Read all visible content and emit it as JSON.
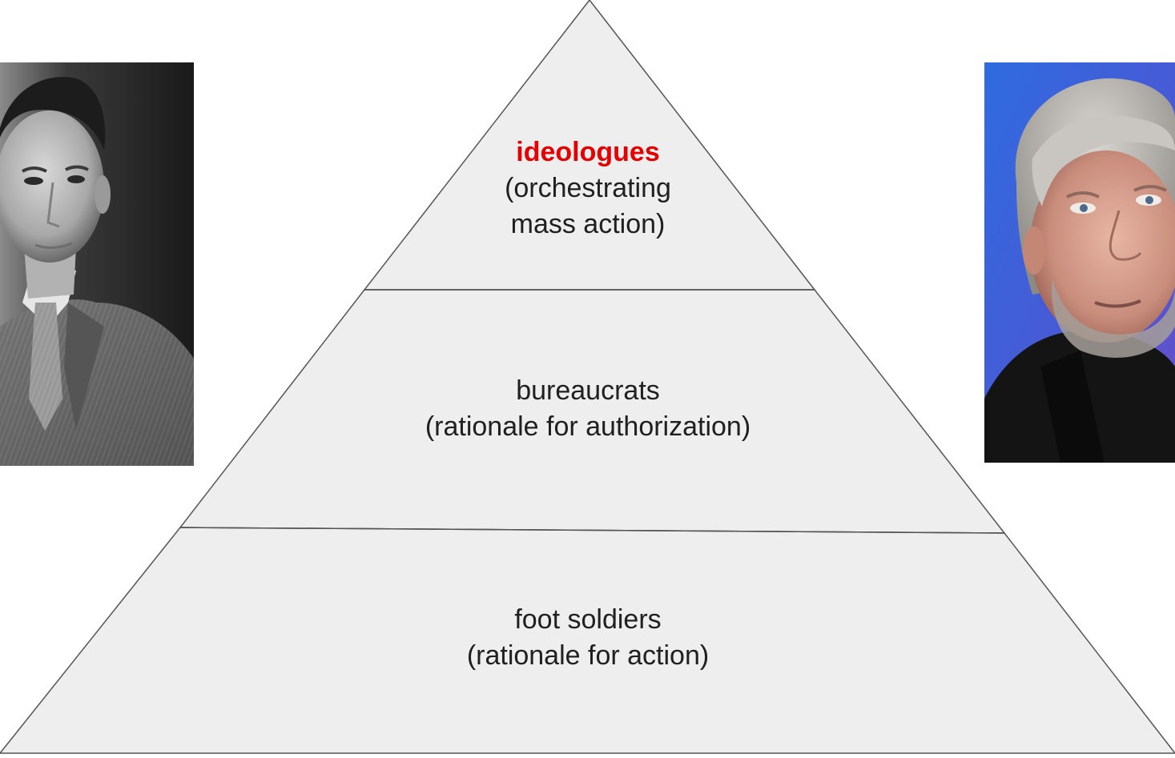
{
  "pyramid": {
    "fill": "#eeeeee",
    "stroke": "#555555",
    "tiers": [
      {
        "title": "ideologues",
        "title_color": "#e60000",
        "subtitle_line1": "(orchestrating",
        "subtitle_line2": "mass action)"
      },
      {
        "title": "bureaucrats",
        "subtitle": "(rationale for authorization)"
      },
      {
        "title": "foot soldiers",
        "subtitle": "(rationale for action)"
      }
    ]
  },
  "portraits": {
    "left": {
      "style": "black-and-white",
      "background": "#2a2a2a"
    },
    "right": {
      "style": "color",
      "background": "#3b5fd6"
    }
  }
}
